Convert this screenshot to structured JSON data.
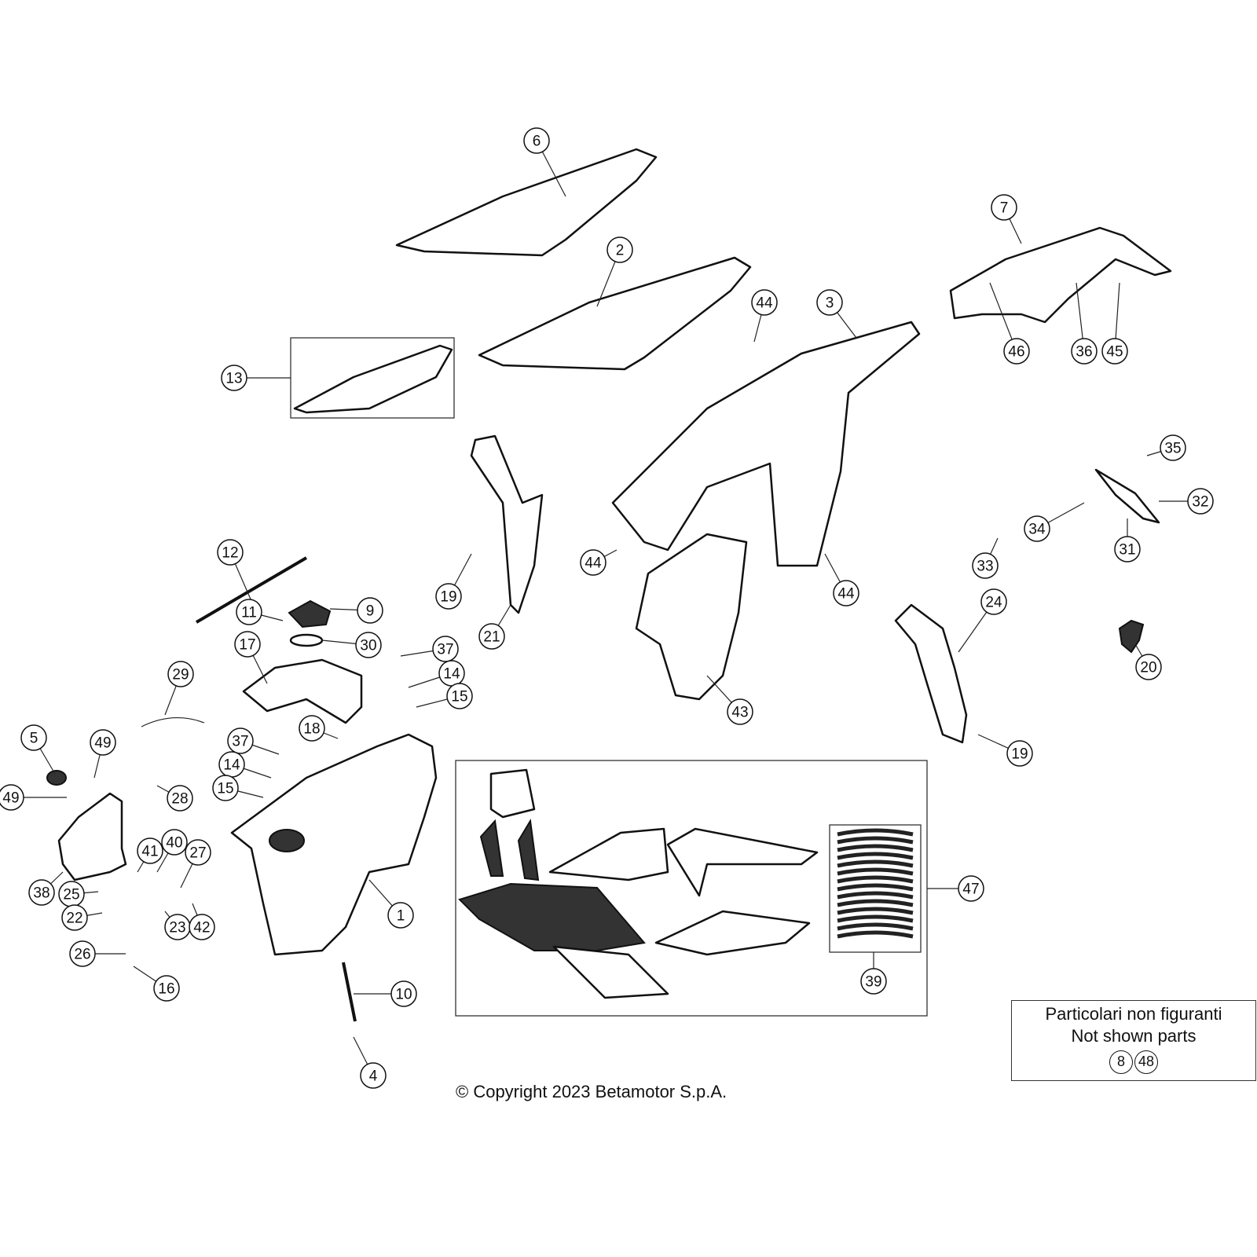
{
  "callouts": [
    "6",
    "2",
    "13",
    "7",
    "3",
    "44",
    "46",
    "36",
    "45",
    "35",
    "32",
    "34",
    "31",
    "33",
    "44",
    "44",
    "19",
    "21",
    "12",
    "11",
    "9",
    "30",
    "17",
    "37",
    "14",
    "15",
    "29",
    "18",
    "37",
    "14",
    "15",
    "5",
    "49",
    "49",
    "28",
    "41",
    "40",
    "27",
    "38",
    "25",
    "22",
    "23",
    "42",
    "26",
    "16",
    "1",
    "10",
    "4",
    "43",
    "24",
    "20",
    "19",
    "47",
    "39"
  ],
  "note": {
    "line1": "Particolari non figuranti",
    "line2": "Not shown parts",
    "refs": [
      "8",
      "48"
    ]
  },
  "copyright": "© Copyright 2023 Betamotor S.p.A."
}
